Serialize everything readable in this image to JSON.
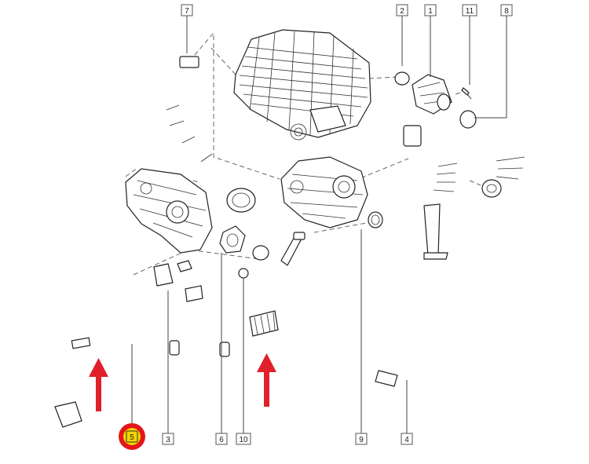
{
  "callouts": [
    {
      "id": "c7",
      "label": "7"
    },
    {
      "id": "c2",
      "label": "2"
    },
    {
      "id": "c1",
      "label": "1"
    },
    {
      "id": "c11",
      "label": "11"
    },
    {
      "id": "c8",
      "label": "8"
    },
    {
      "id": "c5",
      "label": "5"
    },
    {
      "id": "c3",
      "label": "3"
    },
    {
      "id": "c6",
      "label": "6"
    },
    {
      "id": "c10",
      "label": "10"
    },
    {
      "id": "c9",
      "label": "9"
    },
    {
      "id": "c4",
      "label": "4"
    }
  ],
  "highlight": {
    "callout": "5",
    "color": "#e4161a",
    "fill": "#f5d400"
  },
  "arrow_color": "#e0202a"
}
